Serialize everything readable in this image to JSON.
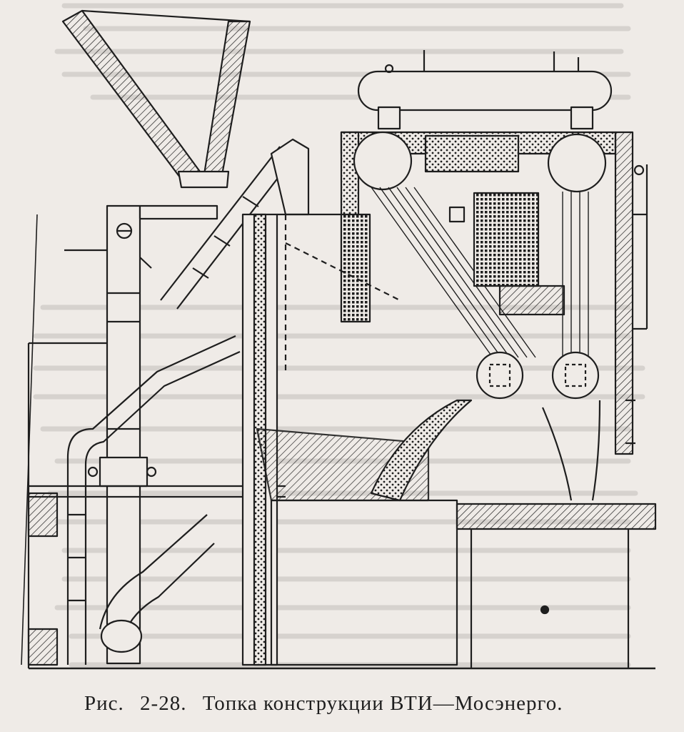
{
  "figure": {
    "caption_prefix": "Рис.",
    "caption_number": "2-28.",
    "caption_title": "Топка конструкции ВТИ—Мосэнерго."
  },
  "colors": {
    "paper": "#efebe7",
    "ink": "#1e1e1e",
    "bleed_through": "#b8b4b0"
  }
}
